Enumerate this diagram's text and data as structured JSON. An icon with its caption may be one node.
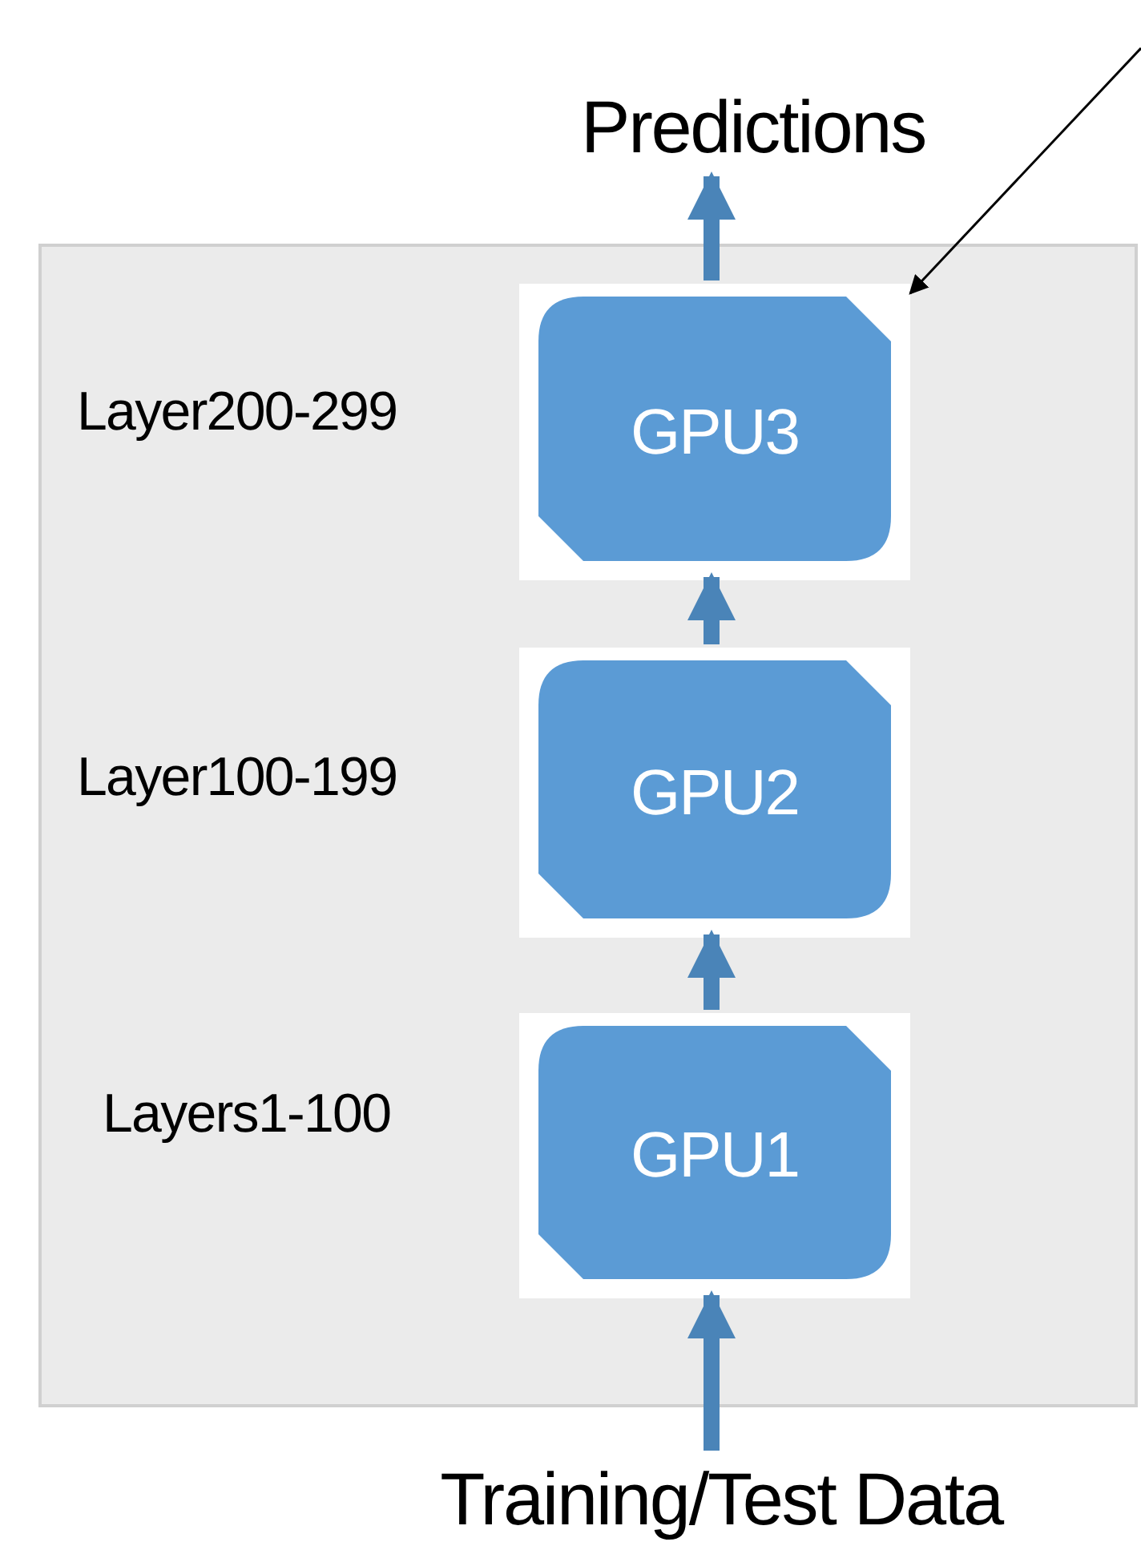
{
  "diagram": {
    "nodes": [
      {
        "text": [],
        "shape": "box"
      },
      {
        "text": [
          "Predictions"
        ]
      },
      {
        "text": [
          "GPU3"
        ],
        "in": 0,
        "beside": [
          "Layer200-299"
        ]
      },
      {
        "text": [
          "GPU2"
        ],
        "in": 0,
        "beside": [
          "Layer100-199"
        ]
      },
      {
        "text": [
          "GPU1"
        ],
        "in": 0,
        "beside": [
          "Layers1-100"
        ]
      },
      {
        "text": [
          "Training/Test Data"
        ]
      }
    ],
    "edges": [
      {
        "from": 5,
        "to": 4,
        "arrow": "to"
      },
      {
        "from": 4,
        "to": 3,
        "arrow": "to"
      },
      {
        "from": 3,
        "to": 2,
        "arrow": "to"
      },
      {
        "from": 2,
        "to": 1,
        "arrow": "to"
      },
      {
        "from": null,
        "to": 2,
        "arrow": "to",
        "color": "#000000"
      }
    ]
  }
}
